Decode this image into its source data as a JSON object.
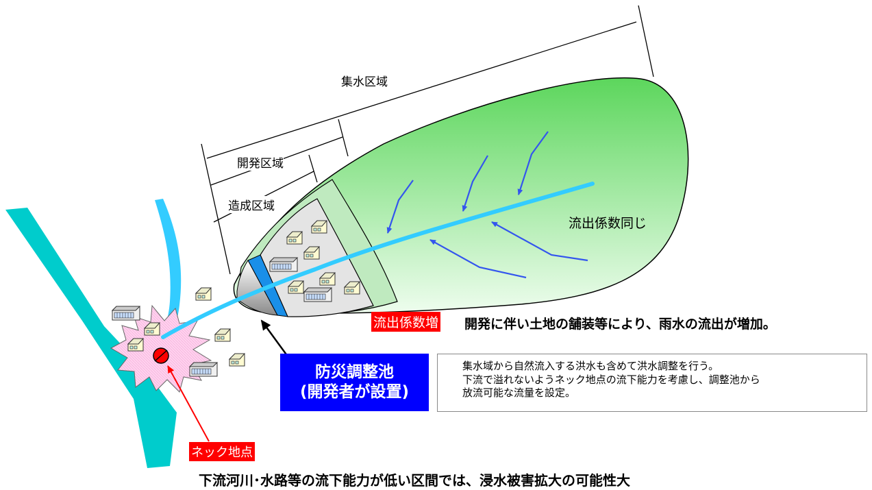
{
  "zones": {
    "catchment": "集水区域",
    "development": "開発区域",
    "construction": "造成区域"
  },
  "runoff_same": "流出係数同じ",
  "runoff_increase_tag": "流出係数増",
  "runoff_increase_text": "開発に伴い土地の舗装等により、雨水の流出が増加。",
  "pond": {
    "line1": "防災調整池",
    "line2": "(開発者が設置)"
  },
  "note_lines": [
    "集水域から自然流入する洪水も含めて洪水調整を行う。",
    "下流で溢れないようネック地点の流下能力を考慮し、調整池から",
    "放流可能な流量を設定。"
  ],
  "neck_point": "ネック地点",
  "bottom_caption": "下流河川･水路等の流下能力が低い区間では、浸水被害拡大の可能性大",
  "colors": {
    "river": "#00cccc",
    "stream": "#33ccff",
    "watershed": "#66dd66",
    "arrows": "#3355ee",
    "pond_box": "#0000ff",
    "tag_red": "#ff0000"
  }
}
